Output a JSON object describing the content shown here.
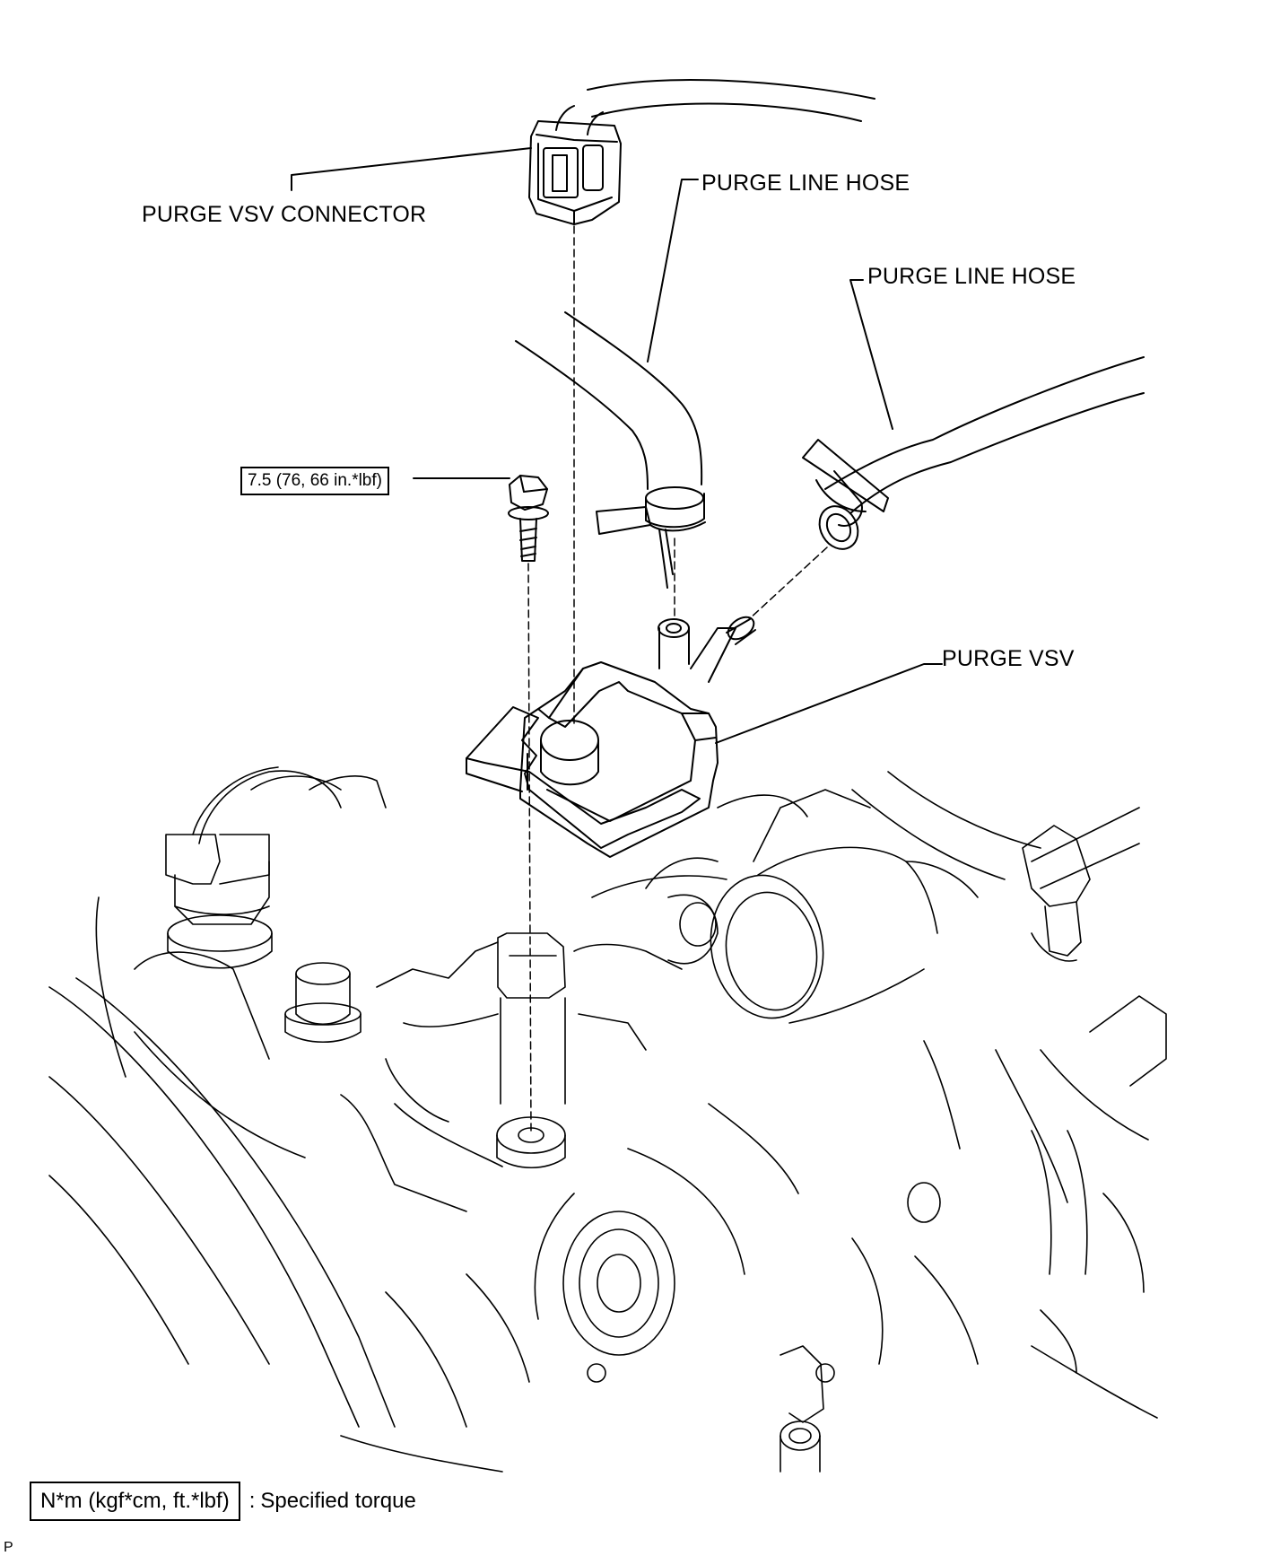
{
  "callouts": {
    "connector": "PURGE VSV CONNECTOR",
    "hose_upper": "PURGE LINE HOSE",
    "hose_right": "PURGE LINE HOSE",
    "vsv": "PURGE VSV"
  },
  "torque_spec": "7.5 (76, 66 in.*lbf)",
  "legend": {
    "units": "N*m (kgf*cm, ft.*lbf)",
    "separator": ":",
    "meaning": "Specified torque"
  },
  "figure_id": "P"
}
